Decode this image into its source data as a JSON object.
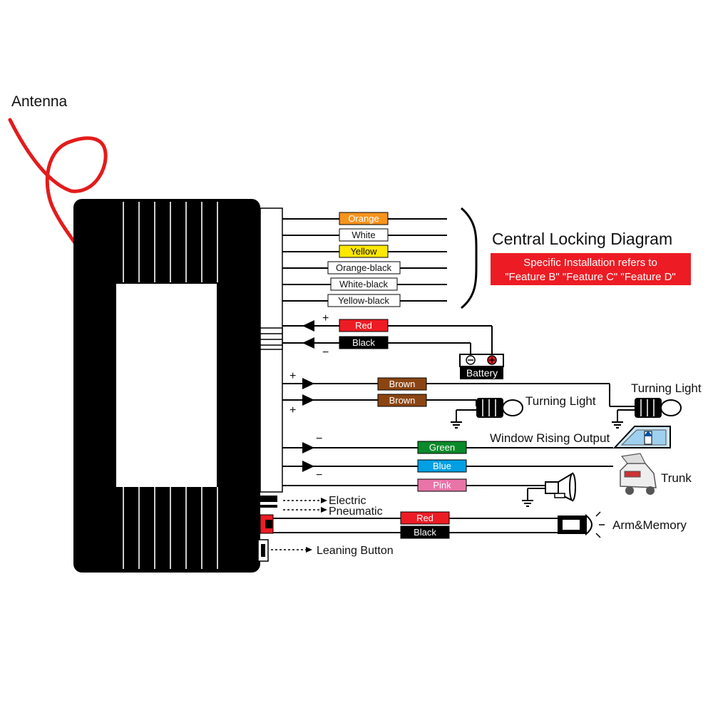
{
  "labels": {
    "antenna": "Antenna",
    "central_locking_title": "Central Locking Diagram",
    "central_locking_note_1": "Specific Installation refers to",
    "central_locking_note_2": "\"Feature B\" \"Feature C\" \"Feature D\"",
    "battery": "Battery",
    "turning_light_left": "Turning Light",
    "turning_light_right": "Turning Light",
    "window_rising_output": "Window Rising Output",
    "trunk": "Trunk",
    "electric": "Electric",
    "pneumatic": "Pneumatic",
    "arm_memory": "Arm&Memory",
    "leaning_button": "Leaning Button",
    "plus": "+",
    "minus": "−"
  },
  "wires": {
    "orange": "Orange",
    "white": "White",
    "yellow": "Yellow",
    "orange_black": "Orange-black",
    "white_black": "White-black",
    "yellow_black": "Yellow-black",
    "red_power": "Red",
    "black_power": "Black",
    "brown_1": "Brown",
    "brown_2": "Brown",
    "green": "Green",
    "blue": "Blue",
    "pink": "Pink",
    "red_led": "Red",
    "black_led": "Black"
  },
  "colors": {
    "antenna": "#e41b1b",
    "orange": "#f7941d",
    "yellow": "#ffe800",
    "red": "#ed1c24",
    "black": "#000000",
    "brown": "#8b4513",
    "green": "#0a8a2a",
    "blue": "#00a0e3",
    "pink": "#e874a8",
    "note_bg": "#ed1c24"
  }
}
